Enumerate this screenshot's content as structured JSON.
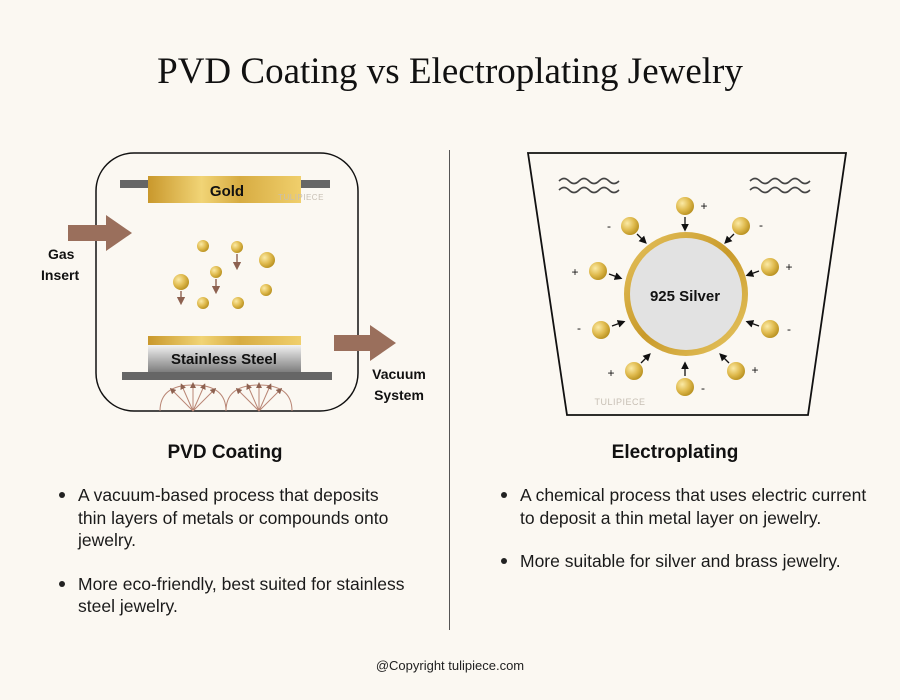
{
  "title": "PVD Coating vs Electroplating Jewelry",
  "pvd": {
    "diagram": {
      "target_label": "Gold",
      "watermark": "TULIPIECE",
      "gas_label_line1": "Gas",
      "gas_label_line2": "Insert",
      "substrate_label": "Stainless Steel",
      "vacuum_label_line1": "Vacuum",
      "vacuum_label_line2": "System"
    },
    "heading": "PVD Coating",
    "bullets": [
      "A vacuum-based process that deposits thin layers of metals or compounds onto jewelry.",
      "More eco-friendly, best suited for stainless steel jewelry."
    ]
  },
  "electroplating": {
    "diagram": {
      "core_label": "925 Silver",
      "watermark": "TULIPIECE",
      "ion_charges": [
        "+",
        "-",
        "+",
        "-",
        "+",
        "-",
        "+",
        "-",
        "+",
        "-"
      ]
    },
    "heading": "Electroplating",
    "bullets": [
      "A chemical process that uses electric current to deposit a thin metal layer on jewelry.",
      "More suitable for silver and brass jewelry."
    ]
  },
  "copyright": "@Copyright tulipiece.com",
  "colors": {
    "background": "#fbf8f2",
    "gold": "#d4a93a",
    "arrow_brown": "#9a6f5c",
    "steel": "#9c9c9c"
  }
}
